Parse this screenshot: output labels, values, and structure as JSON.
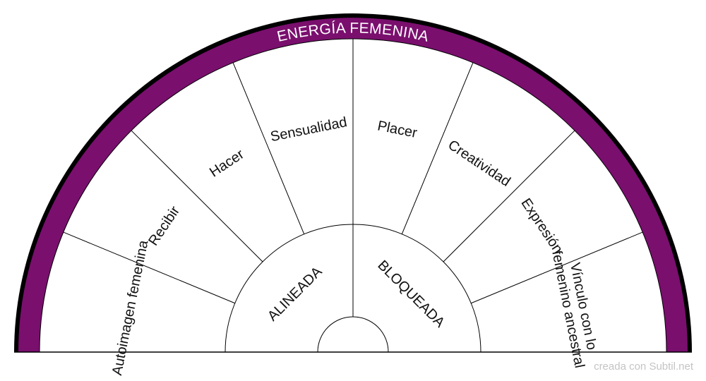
{
  "diagram": {
    "title": "ENERGÍA FEMENINA",
    "band_color": "#7a0f6e",
    "segments": [
      {
        "lines": [
          "Autoimagen femenina"
        ]
      },
      {
        "lines": [
          "Recibir"
        ]
      },
      {
        "lines": [
          "Hacer"
        ]
      },
      {
        "lines": [
          "Sensualidad"
        ]
      },
      {
        "lines": [
          "Placer"
        ]
      },
      {
        "lines": [
          "Creatividad"
        ]
      },
      {
        "lines": [
          "Expresión"
        ]
      },
      {
        "lines": [
          "Vínculo con lo",
          "femenino ancestral"
        ]
      }
    ],
    "center": [
      {
        "label": "ALINEADA"
      },
      {
        "label": "BLOQUEADA"
      }
    ]
  },
  "footer": {
    "credit": "creada con Subtil.net"
  }
}
